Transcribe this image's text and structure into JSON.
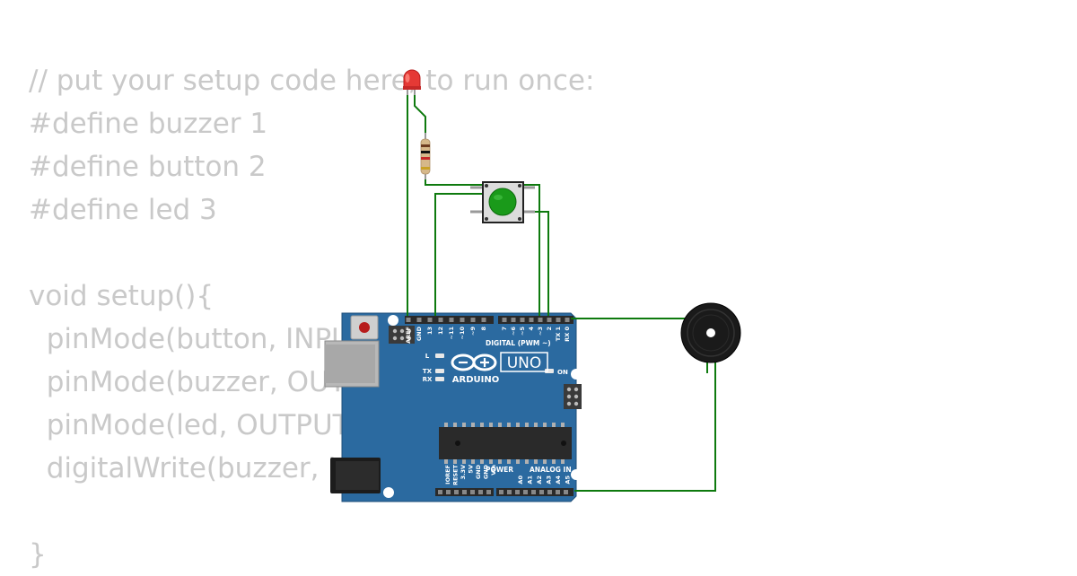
{
  "code": {
    "lines": [
      "// put your setup code here, to run once:",
      "#define buzzer 1",
      "#define button 2",
      "#define led 3",
      "",
      "void setup(){",
      "  pinMode(button, INPUT);",
      "  pinMode(buzzer, OUTPUT);",
      "  pinMode(led, OUTPUT);",
      "  digitalWrite(buzzer, LOW);",
      "",
      "}"
    ]
  },
  "board": {
    "digital_pin_labels": [
      "AREF",
      "GND",
      "13",
      "12",
      "~11",
      "~10",
      "~9",
      "8",
      "7",
      "~6",
      "~5",
      "4",
      "~3",
      "2",
      "TX 1",
      "RX 0"
    ],
    "digital_header_label": "DIGITAL (PWM ~)",
    "led_l": "L",
    "led_tx": "TX",
    "led_rx": "RX",
    "led_on": "ON",
    "model": "UNO",
    "brand": "ARDUINO",
    "power_header_label": "POWER",
    "analog_header_label": "ANALOG IN",
    "power_pin_labels": [
      "IOREF",
      "RESET",
      "3.3V",
      "5V",
      "GND",
      "GND",
      "Vin"
    ],
    "analog_pin_labels": [
      "A0",
      "A1",
      "A2",
      "A3",
      "A4",
      "A5"
    ]
  },
  "colors": {
    "board": "#2b6aa0",
    "wire": "#0e7a0e",
    "led": "#e53935",
    "button_cap": "#1a9a1a",
    "code_text": "#c9c9c9"
  }
}
